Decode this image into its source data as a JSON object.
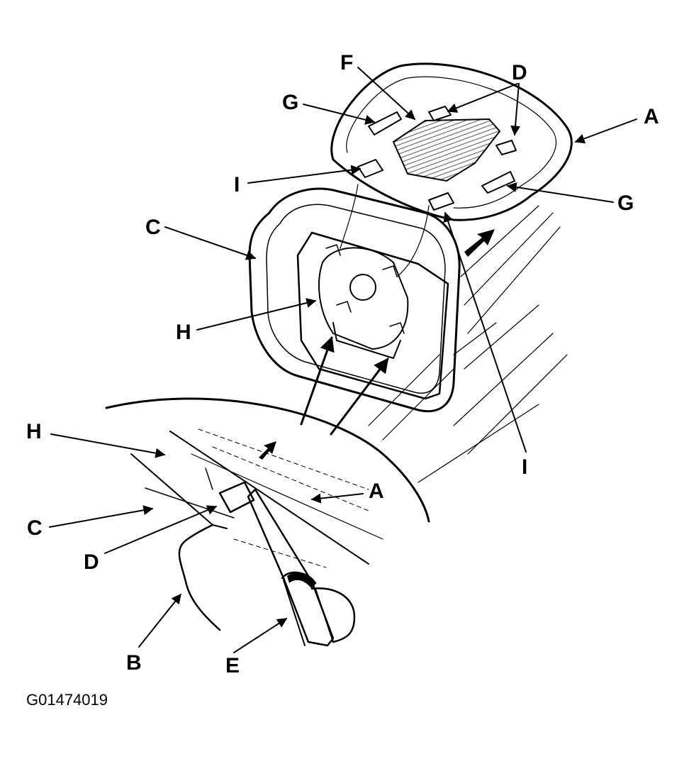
{
  "callouts": {
    "top_A": "A",
    "top_D": "D",
    "top_F": "F",
    "top_G_left": "G",
    "top_G_right": "G",
    "top_I_left": "I",
    "top_I_right": "I",
    "mid_C": "C",
    "mid_H": "H",
    "low_H": "H",
    "low_C": "C",
    "low_D": "D",
    "low_A": "A",
    "low_B": "B",
    "low_E": "E"
  },
  "figure_code": "G01474019"
}
